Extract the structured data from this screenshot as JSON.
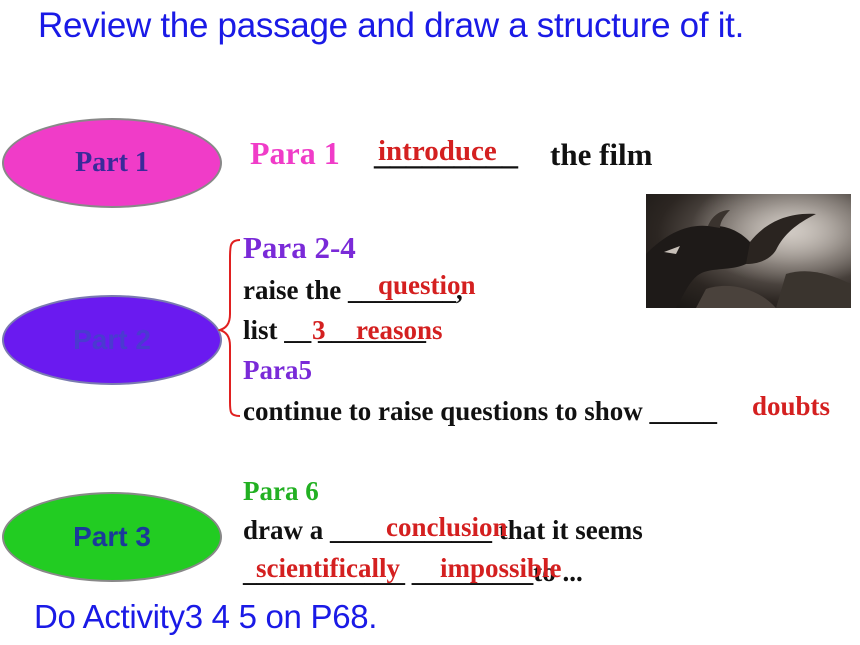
{
  "title": "Review the passage and draw a structure of it.",
  "footer": "Do Activity3 4 5 on P68.",
  "parts": {
    "part1": "Part 1",
    "part2": "Part 2",
    "part3": "Part 3"
  },
  "part1": {
    "label": "Para 1",
    "blank": "_________",
    "answer": "introduce",
    "tail": "the film"
  },
  "part2": {
    "para_label_a": "Para 2-4",
    "raise_line": "raise the ________,",
    "answer_question": "question",
    "list_line": "list __  ________",
    "answer_3": "3",
    "answer_reasons": "reasons",
    "para_label_b": "Para5",
    "continue_line": "continue to raise questions to show _____",
    "answer_doubts": "doubts"
  },
  "part3": {
    "para_label": "Para 6",
    "draw_line": "draw a ____________ that it seems",
    "answer_conclusion": "conclusion",
    "sci_line": "____________ _________to ...",
    "answer_scientifically": "scientifically",
    "answer_impossible": "impossible"
  },
  "colors": {
    "title_blue": "#1a1ae6",
    "part1_oval": "#f03cc8",
    "part2_oval": "#6a1af0",
    "part3_oval": "#22cc22",
    "answer_red": "#d42020"
  },
  "image": {
    "icon": "dinosaur-photo"
  }
}
